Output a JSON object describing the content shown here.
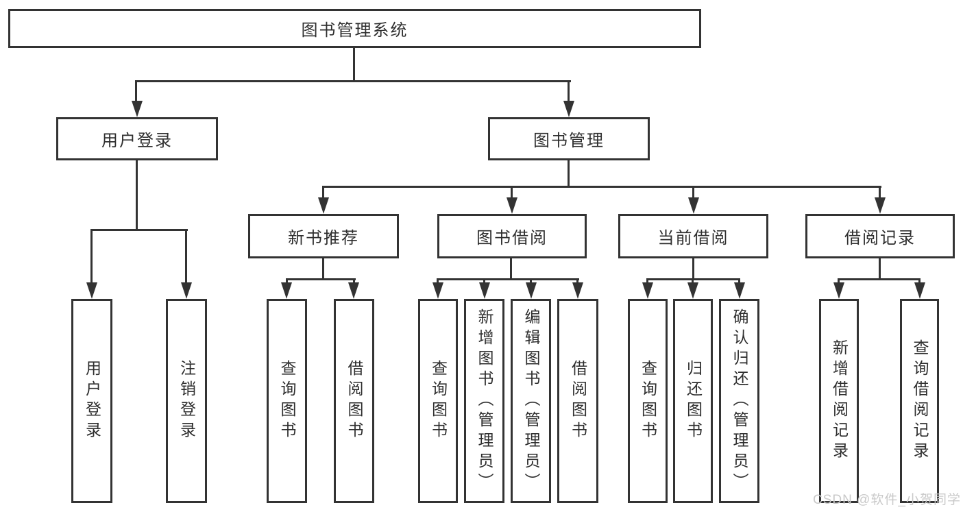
{
  "diagram": {
    "root": {
      "label": "图书管理系统"
    },
    "level1": [
      {
        "label": "用户登录"
      },
      {
        "label": "图书管理"
      }
    ],
    "level2": [
      {
        "label": "新书推荐"
      },
      {
        "label": "图书借阅"
      },
      {
        "label": "当前借阅"
      },
      {
        "label": "借阅记录"
      }
    ],
    "leaves": {
      "user_login": [
        {
          "label": "用户登录"
        },
        {
          "label": "注销登录"
        }
      ],
      "new_books": [
        {
          "label": "查询图书"
        },
        {
          "label": "借阅图书"
        }
      ],
      "book_borrow": [
        {
          "label": "查询图书"
        },
        {
          "label": "新增图书（管理员）"
        },
        {
          "label": "编辑图书（管理员）"
        },
        {
          "label": "借阅图书"
        }
      ],
      "current_borrow": [
        {
          "label": "查询图书"
        },
        {
          "label": "归还图书"
        },
        {
          "label": "确认归还（管理员）"
        }
      ],
      "borrow_records": [
        {
          "label": "新增借阅记录"
        },
        {
          "label": "查询借阅记录"
        }
      ]
    },
    "watermark": "CSDN @软件_小贺同学",
    "colors": {
      "line": "#333333",
      "text": "#2e2e2e",
      "box_bg": "#ffffff",
      "watermark": "#c9c9c9"
    }
  }
}
